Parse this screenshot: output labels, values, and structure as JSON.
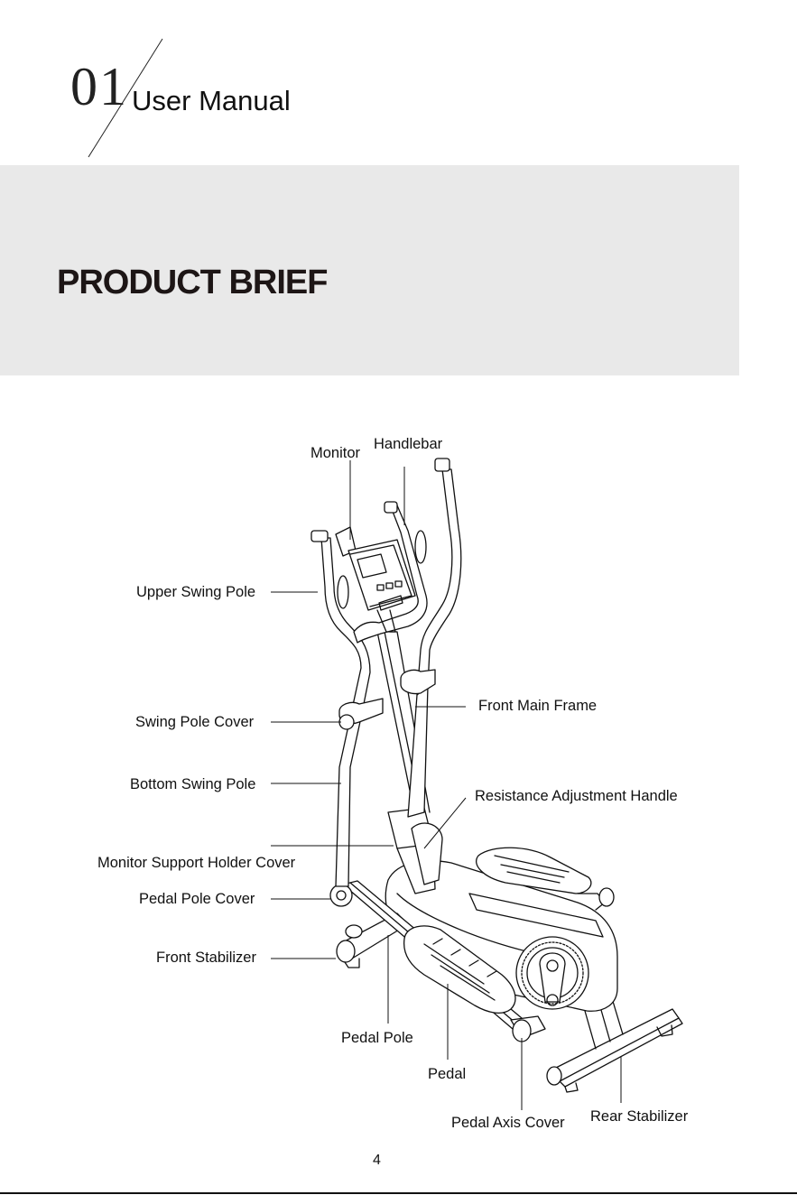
{
  "header": {
    "chapter_number": "01",
    "chapter_title": "User Manual"
  },
  "section": {
    "heading": "PRODUCT BRIEF"
  },
  "diagram": {
    "labels": {
      "monitor": "Monitor",
      "handlebar": "Handlebar",
      "upper_swing_pole": "Upper Swing Pole",
      "front_main_frame": "Front Main Frame",
      "swing_pole_cover": "Swing Pole Cover",
      "bottom_swing_pole": "Bottom Swing Pole",
      "resistance_adjustment_handle": "Resistance Adjustment Handle",
      "monitor_support_holder_cover": "Monitor Support Holder Cover",
      "pedal_pole_cover": "Pedal Pole Cover",
      "front_stabilizer": "Front Stabilizer",
      "pedal_pole": "Pedal Pole",
      "pedal": "Pedal",
      "pedal_axis_cover": "Pedal Axis Cover",
      "rear_stabilizer": "Rear Stabilizer"
    }
  },
  "footer": {
    "page_number": "4"
  }
}
